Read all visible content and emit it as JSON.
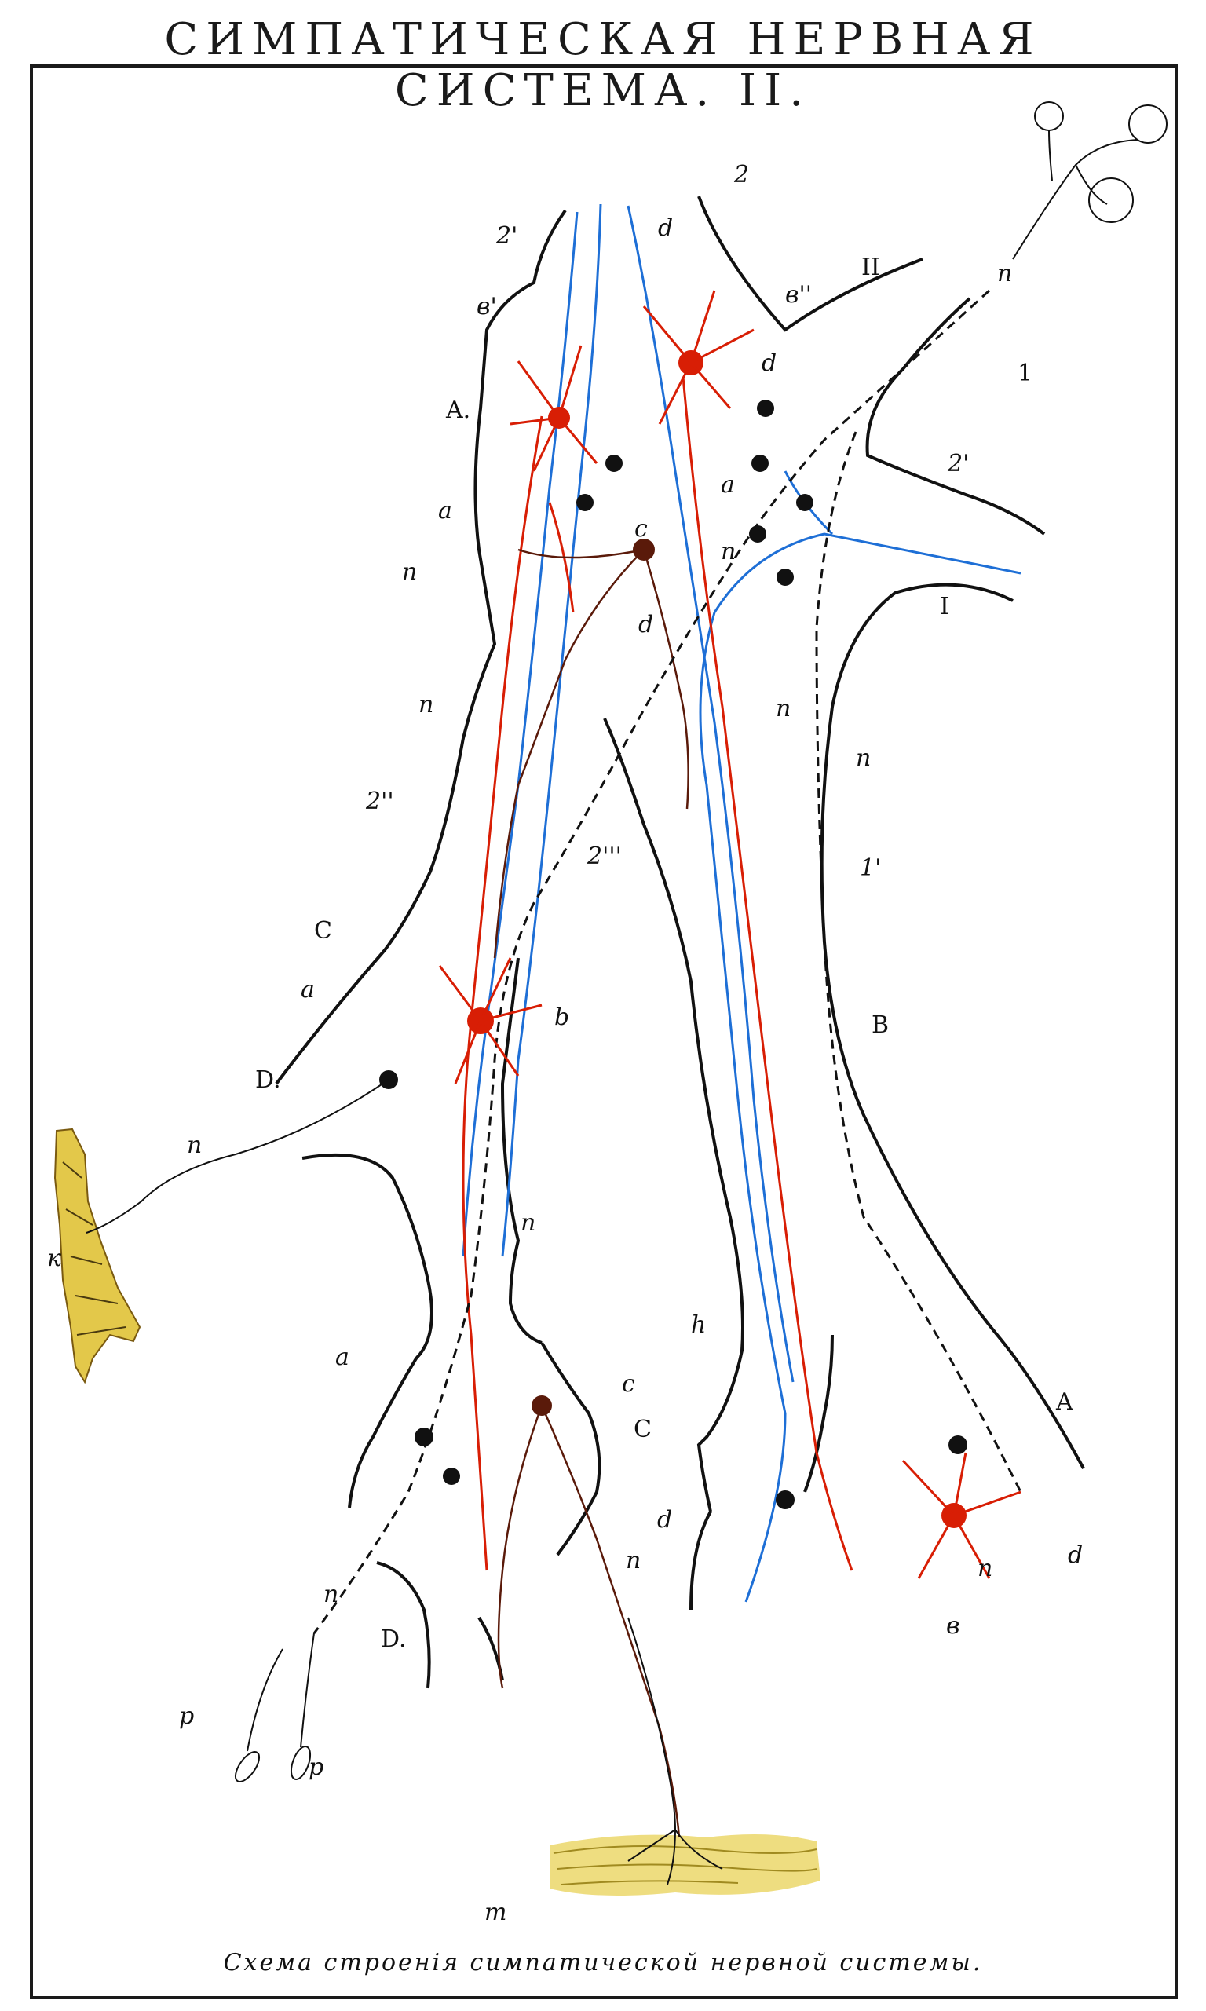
{
  "title": "СИМПАТИЧЕСКАЯ НЕРВНАЯ СИСТЕМА. II.",
  "caption": "Схема строенія симпатической нервной системы.",
  "colors": {
    "nerve_outline": "#111111",
    "sympathetic_fiber": "#d81e05",
    "sensory_fiber": "#1e6fd6",
    "central_fiber": "#5a1a0a",
    "tissue": "#e3c84a"
  },
  "labels": {
    "n2": "2",
    "n2p": "2'",
    "bpp": "в''",
    "d_top": "d",
    "II": "II",
    "n_top": "n",
    "bp": "в'",
    "A_top": "A.",
    "d1": "d",
    "one": "1",
    "a1": "a",
    "a2": "a",
    "n2pp_right": "2'",
    "c1": "c",
    "n_l1": "n",
    "n_r1": "n",
    "I": "I",
    "d2": "d",
    "n_l2": "n",
    "n_m": "n",
    "n_m2": "n",
    "n2pp": "2''",
    "n2ppp": "2'''",
    "one_p": "1'",
    "C1": "C",
    "a3": "a",
    "b1": "b",
    "B": "B",
    "D1": "D.",
    "n_k": "n",
    "k": "к",
    "n_mid": "n",
    "h": "h",
    "a4": "a",
    "c2": "c",
    "C2": "C",
    "A2": "A",
    "d3": "d",
    "d4": "d",
    "n_b": "n",
    "n_bottom": "n",
    "D2": "D.",
    "n_low": "n",
    "b2": "в",
    "p1": "p",
    "p2": "p",
    "m": "m"
  }
}
